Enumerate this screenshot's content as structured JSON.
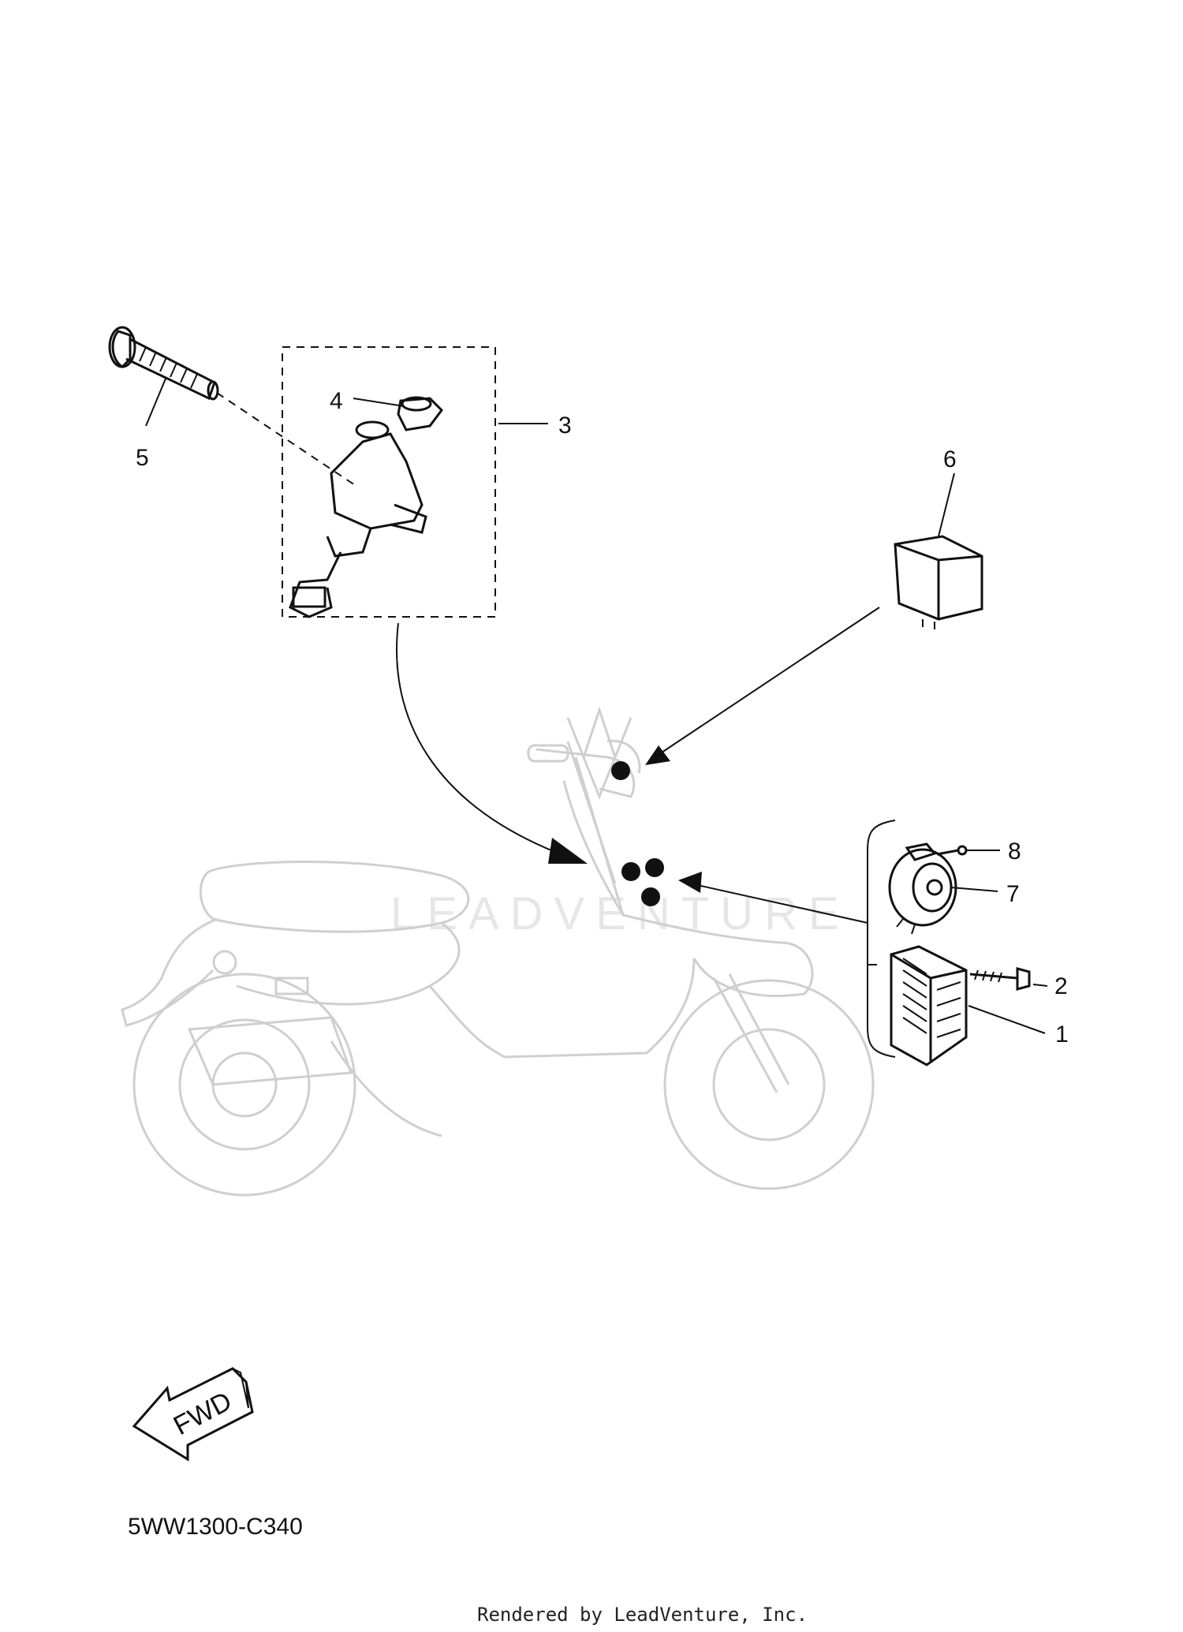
{
  "diagram": {
    "callouts": [
      {
        "id": "1",
        "label": "1"
      },
      {
        "id": "2",
        "label": "2"
      },
      {
        "id": "3",
        "label": "3"
      },
      {
        "id": "4",
        "label": "4"
      },
      {
        "id": "5",
        "label": "5"
      },
      {
        "id": "6",
        "label": "6"
      },
      {
        "id": "7",
        "label": "7"
      },
      {
        "id": "8",
        "label": "8"
      }
    ],
    "fwd_label": "FWD",
    "watermark_text": "LEADVENTURE",
    "diagram_code": "5WW1300-C340",
    "render_credit": "Rendered by LeadVenture, Inc."
  }
}
